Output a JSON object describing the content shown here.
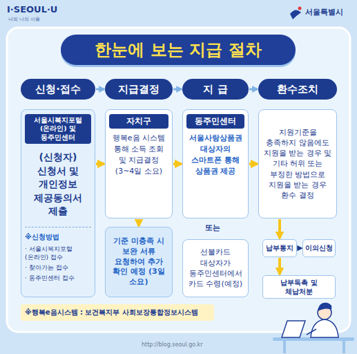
{
  "diagram": {
    "title": "한눈에 보는 지급 절차",
    "nodes": [
      {
        "text": [
          "신청·접수"
        ]
      },
      {
        "text": [
          "지급결정"
        ]
      },
      {
        "text": [
          "지 급"
        ]
      },
      {
        "text": [
          "환수조치"
        ]
      },
      {
        "text": [
          "서울시복지포털(온라인) 및 동주민센터",
          "(신청자) 신청서 및 개인정보 제공동의서 제출",
          "※신청방법",
          "· 서울시복지포털 (온라인) 접수",
          "· 찾아가는 접수",
          "· 동주민센터 접수"
        ]
      },
      {
        "text": [
          "자치구",
          "행복e음 시스템 통해 소득 조회 및 지급결정 (3~4일 소요)"
        ]
      },
      {
        "text": [
          "기준 미충족 시 보완 서류 요청하여 추가 확인 예정 (3일 소요)"
        ]
      },
      {
        "text": [
          "동주민센터",
          "서울사랑상품권 대상자의 스마트폰 통해 상품권 제공"
        ]
      },
      {
        "text": [
          "선불카드 대상자가 동주민센터에서 카드 수령(예정)"
        ]
      },
      {
        "text": [
          "지원기준을 충족하지 않음에도 지원을 받는 경우 및 기타 허위 또는 부정한 방법으로 지원을 받는 경우 환수 결정"
        ]
      },
      {
        "text": [
          "납부통지"
        ]
      },
      {
        "text": [
          "이의신청"
        ]
      },
      {
        "text": [
          "납부독촉 및 체납처분"
        ]
      },
      {
        "text": [
          "※행복e음시스템 : 보건복지부 사회보장통합정보시스템"
        ]
      }
    ],
    "edges": [
      {
        "from": 0,
        "to": 1,
        "arrow": "to"
      },
      {
        "from": 1,
        "to": 2,
        "arrow": "to"
      },
      {
        "from": 2,
        "to": 3,
        "arrow": "to"
      },
      {
        "from": 4,
        "to": 5,
        "arrow": "to"
      },
      {
        "from": 5,
        "to": 6,
        "arrow": "to"
      },
      {
        "from": 5,
        "to": 7,
        "arrow": "to"
      },
      {
        "from": 7,
        "to": 9,
        "arrow": "to"
      },
      {
        "from": 9,
        "to": 10,
        "arrow": "to"
      },
      {
        "from": 10,
        "to": 11,
        "arrow": "to"
      },
      {
        "from": 10,
        "to": 12,
        "arrow": "to"
      }
    ],
    "labels": [
      "I·SEOUL·U",
      "너와 나의 서울",
      "서울특별시",
      "또는",
      "http://blog.seoul.go.kr"
    ]
  }
}
